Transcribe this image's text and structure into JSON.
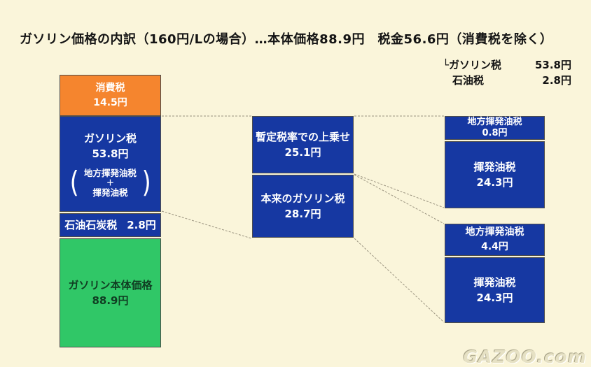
{
  "title": "ガソリン価格の内訳（160円/Lの場合）…本体価格88.9円　税金56.6円（消費税を除く）",
  "legend": {
    "rows": [
      {
        "label": "└ガソリン税",
        "value": "53.8円"
      },
      {
        "label": "石油税",
        "value": "2.8円"
      }
    ]
  },
  "bar": {
    "consumption": {
      "label": "消費税",
      "value": "14.5円"
    },
    "gasoline": {
      "label": "ガソリン税",
      "value": "53.8円",
      "paren_open": "(",
      "sub1": "地方揮発油税",
      "sub2": "＋",
      "sub3": "揮発油税",
      "paren_close": ")"
    },
    "coal": {
      "label": "石油石炭税",
      "value": "2.8円"
    },
    "base": {
      "label": "ガソリン本体価格",
      "value": "88.9円"
    }
  },
  "middle": {
    "provisional": {
      "label": "暫定税率での上乗せ",
      "value": "25.1円"
    },
    "original": {
      "label": "本来のガソリン税",
      "value": "28.7円"
    }
  },
  "right": {
    "prov_local": {
      "label": "地方揮発油税",
      "value": "0.8円"
    },
    "prov_main": {
      "label": "揮発油税",
      "value": "24.3円"
    },
    "orig_local": {
      "label": "地方揮発油税",
      "value": "4.4円"
    },
    "orig_main": {
      "label": "揮発油税",
      "value": "24.3円"
    }
  },
  "watermark": "GAZOO.com",
  "colors": {
    "background": "#faf5da",
    "consumption_tax": "#f5852e",
    "tax_blue": "#1638a2",
    "base_price_green": "#30c767",
    "connector": "#9b9480"
  },
  "chart_data": {
    "type": "bar",
    "title": "ガソリン価格の内訳（160円/Lの場合）",
    "unit": "円/L",
    "total": 160,
    "summary": {
      "本体価格": 88.9,
      "税金（消費税を除く）": 56.6,
      "ガソリン税": 53.8,
      "石油税": 2.8
    },
    "stack": [
      {
        "label": "消費税",
        "value": 14.5
      },
      {
        "label": "ガソリン税（地方揮発油税＋揮発油税）",
        "value": 53.8
      },
      {
        "label": "石油石炭税",
        "value": 2.8
      },
      {
        "label": "ガソリン本体価格",
        "value": 88.9
      }
    ],
    "gasoline_tax_breakdown": [
      {
        "label": "暫定税率での上乗せ",
        "value": 25.1,
        "components": [
          {
            "label": "地方揮発油税",
            "value": 0.8
          },
          {
            "label": "揮発油税",
            "value": 24.3
          }
        ]
      },
      {
        "label": "本来のガソリン税",
        "value": 28.7,
        "components": [
          {
            "label": "地方揮発油税",
            "value": 4.4
          },
          {
            "label": "揮発油税",
            "value": 24.3
          }
        ]
      }
    ]
  }
}
